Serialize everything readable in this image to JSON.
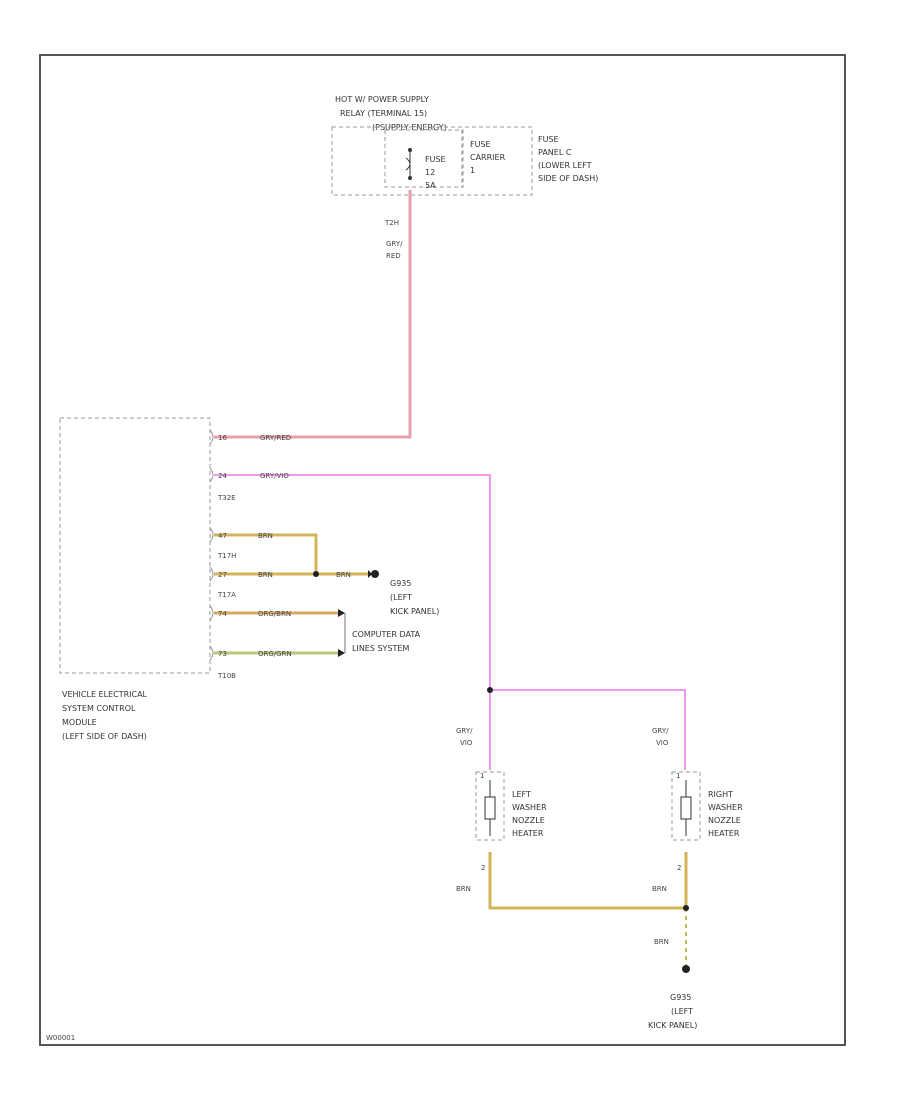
{
  "colors": {
    "gry_red": "#e8a0a8",
    "gry_vio": "#ee99ee",
    "brn": "#d4b45a",
    "org_brn": "#d8a860",
    "org_grn": "#b8c878",
    "frame": "#555555",
    "dashed": "#999999"
  },
  "fuse": {
    "supply_lines": [
      "HOT W/ POWER SUPPLY",
      "RELAY (TERMINAL 15)",
      "(PSUPPLY ENERGY)"
    ],
    "fuse_lines": [
      "FUSE",
      "12",
      "5A"
    ],
    "carrier_lines": [
      "FUSE",
      "CARRIER",
      "1"
    ],
    "panel_lines": [
      "FUSE",
      "PANEL C",
      "(LOWER LEFT",
      "SIDE OF DASH)"
    ],
    "pin": "T2H",
    "wire_lines": [
      "GRY/",
      "RED"
    ]
  },
  "module": {
    "name_lines": [
      "VEHICLE ELECTRICAL",
      "SYSTEM CONTROL",
      "MODULE",
      "(LEFT SIDE OF DASH)"
    ],
    "pins": [
      {
        "pin": "16",
        "wire": "GRY/RED"
      },
      {
        "pin": "24",
        "wire": "GRY/VIO"
      },
      {
        "pin": "47",
        "wire": "BRN"
      },
      {
        "pin": "27",
        "wire": "BRN"
      },
      {
        "pin": "74",
        "wire": "ORG/BRN"
      },
      {
        "pin": "73",
        "wire": "ORG/GRN"
      }
    ],
    "connectors": [
      "T32E",
      "T17H",
      "T17A",
      "T10B"
    ]
  },
  "ground_top": {
    "wire": "BRN",
    "lines": [
      "G935",
      "(LEFT",
      "KICK PANEL)"
    ]
  },
  "data_link": {
    "lines": [
      "COMPUTER DATA",
      "LINES SYSTEM"
    ]
  },
  "heaters": {
    "left": {
      "lines": [
        "LEFT",
        "WASHER",
        "NOZZLE",
        "HEATER"
      ],
      "top_wire": [
        "GRY/",
        "VIO"
      ],
      "pin_top": "1",
      "pin_bottom": "2",
      "bottom_wire": "BRN"
    },
    "right": {
      "lines": [
        "RIGHT",
        "WASHER",
        "NOZZLE",
        "HEATER"
      ],
      "top_wire": [
        "GRY/",
        "VIO"
      ],
      "pin_top": "1",
      "pin_bottom": "2",
      "bottom_wire": "BRN"
    }
  },
  "ground_bottom": {
    "wire": "BRN",
    "lines": [
      "G935",
      "(LEFT",
      "KICK PANEL)"
    ]
  },
  "footer_code": "W00001"
}
